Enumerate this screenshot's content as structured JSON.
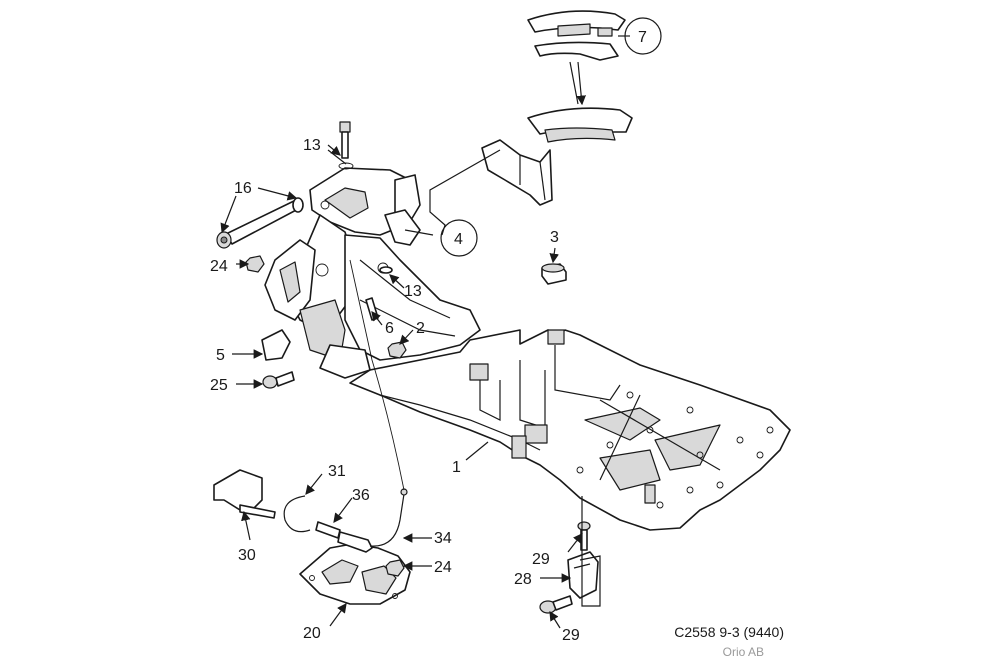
{
  "callouts": {
    "c1": "1",
    "c2": "2",
    "c3": "3",
    "c4": "4",
    "c5": "5",
    "c6": "6",
    "c7": "7",
    "c13a": "13",
    "c13b": "13",
    "c16": "16",
    "c20": "20",
    "c24a": "24",
    "c24b": "24",
    "c25": "25",
    "c28": "28",
    "c29a": "29",
    "c29b": "29",
    "c30": "30",
    "c31": "31",
    "c34": "34",
    "c36": "36"
  },
  "footer": {
    "reference": "C2558 9-3 (9440)",
    "copyright": "Orio AB"
  }
}
